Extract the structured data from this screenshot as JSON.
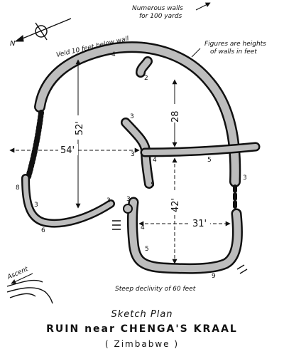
{
  "notes": {
    "numerous_walls_line1": "Numerous walls",
    "numerous_walls_line2": "for 100 yards",
    "figures_line1": "Figures are heights",
    "figures_line2": "of walls in feet",
    "veld": "Veld 10 feet below wall",
    "ascent": "Ascent",
    "steep": "Steep declivity of 60 feet"
  },
  "compass_letter": "N",
  "dimensions": {
    "d52": "52'",
    "d28": "28",
    "d54": "54'",
    "d42": "42'",
    "d31": "31'"
  },
  "wall_heights": {
    "h4_top": "4",
    "h2": "2",
    "h3_inner": "3",
    "h3_center": "3",
    "h4_center": "4",
    "h5_center": "5",
    "h5_spur": "5",
    "h3_right": "3",
    "h8_left": "8",
    "h3_left": "3",
    "h6_left": "6",
    "h3_leftarc": "3",
    "h3_low": "3",
    "h4_low": "4",
    "h5_low": "5",
    "h9_low": "9"
  },
  "title": {
    "sketch": "Sketch Plan",
    "main": "RUIN near CHENGA'S KRAAL",
    "location": "( Zimbabwe )"
  }
}
